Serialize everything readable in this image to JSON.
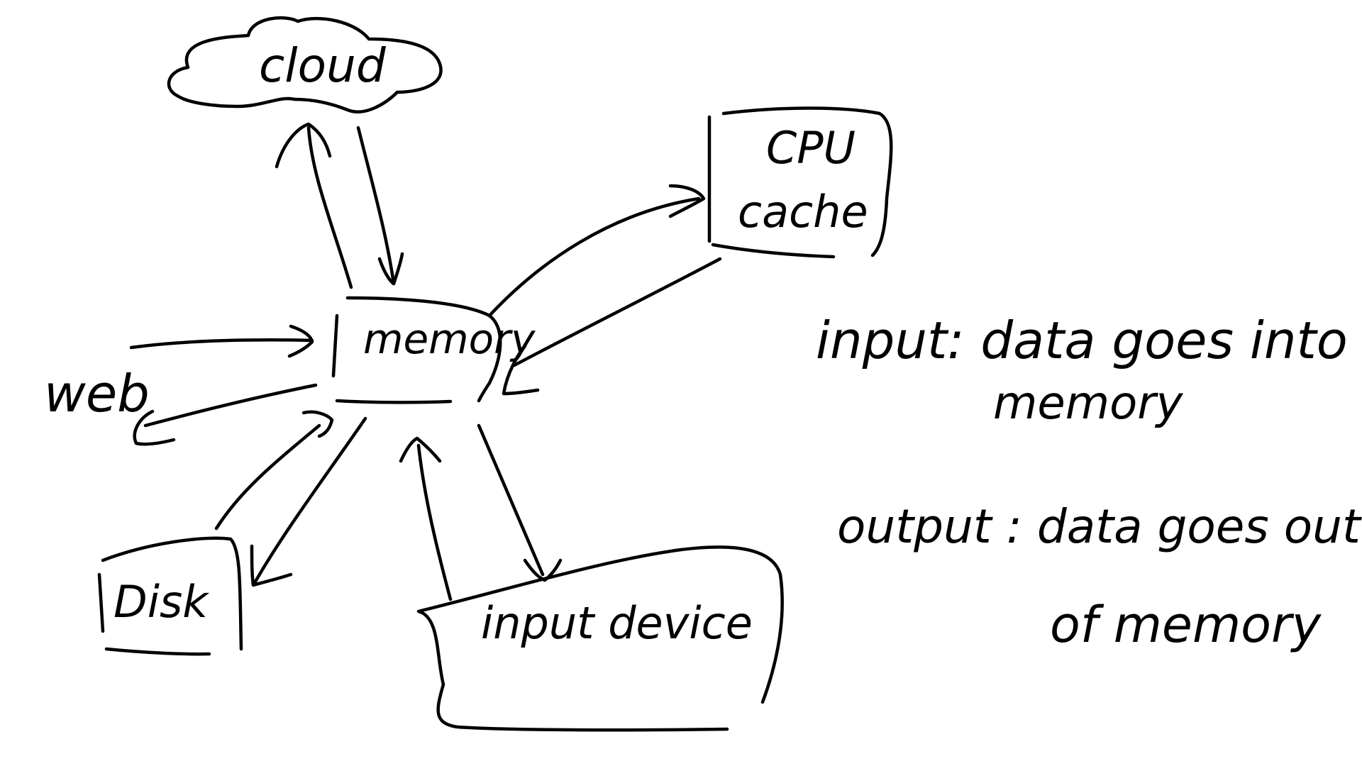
{
  "diagram": {
    "nodes": {
      "cloud": "cloud",
      "cpu_cache_line1": "CPU",
      "cpu_cache_line2": "cache",
      "memory": "memory",
      "web": "web",
      "disk": "Disk",
      "input_device": "input device"
    },
    "notes": {
      "input_line1": "input: data goes into",
      "input_line2": "memory",
      "output_line1": "output : data goes out",
      "output_line2": "of memory"
    }
  },
  "colors": {
    "ink": "#000000",
    "background": "#ffffff"
  }
}
